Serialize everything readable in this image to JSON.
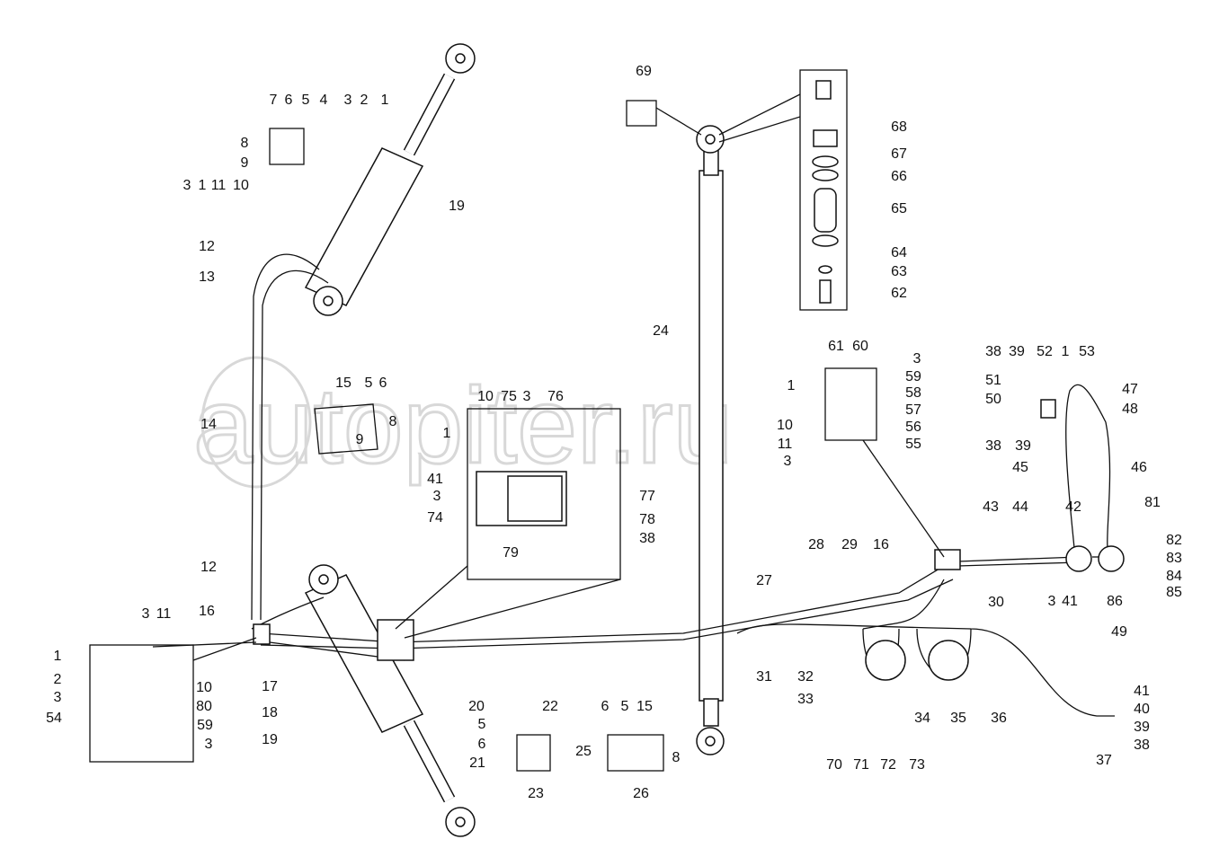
{
  "diagram": {
    "title": "Hydraulic system assembly parts diagram",
    "watermark": "autopiter.ru",
    "callouts": [
      "7",
      "6",
      "5",
      "4",
      "3",
      "2",
      "1",
      "8",
      "9",
      "3",
      "1",
      "11",
      "10",
      "19",
      "12",
      "13",
      "15",
      "5",
      "6",
      "14",
      "8",
      "9",
      "12",
      "16",
      "17",
      "18",
      "19",
      "3",
      "11",
      "1",
      "2",
      "3",
      "54",
      "10",
      "80",
      "59",
      "3",
      "10",
      "75",
      "3",
      "76",
      "1",
      "41",
      "3",
      "74",
      "77",
      "78",
      "38",
      "79",
      "20",
      "5",
      "6",
      "22",
      "21",
      "23",
      "6",
      "5",
      "15",
      "25",
      "8",
      "26",
      "24",
      "27",
      "31",
      "69",
      "68",
      "67",
      "66",
      "65",
      "64",
      "63",
      "62",
      "61",
      "60",
      "3",
      "59",
      "58",
      "1",
      "57",
      "10",
      "56",
      "11",
      "55",
      "3",
      "38",
      "39",
      "52",
      "1",
      "53",
      "51",
      "50",
      "47",
      "48",
      "38",
      "39",
      "45",
      "46",
      "43",
      "44",
      "42",
      "81",
      "28",
      "29",
      "16",
      "30",
      "82",
      "83",
      "84",
      "85",
      "3",
      "41",
      "86",
      "49",
      "32",
      "33",
      "34",
      "35",
      "36",
      "70",
      "71",
      "72",
      "73",
      "41",
      "40",
      "39",
      "38",
      "37"
    ]
  }
}
